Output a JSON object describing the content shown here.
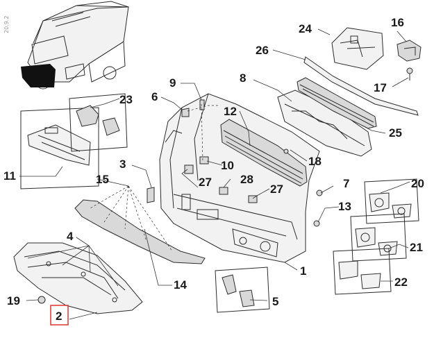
{
  "watermark": "20.9.2",
  "highlight": {
    "color": "#e0403a",
    "selected_callout": "2"
  },
  "callouts": {
    "c1": "1",
    "c2": "2",
    "c3": "3",
    "c4": "4",
    "c5": "5",
    "c6": "6",
    "c7": "7",
    "c8": "8",
    "c9": "9",
    "c10": "10",
    "c11": "11",
    "c12": "12",
    "c13": "13",
    "c14": "14",
    "c15": "15",
    "c16": "16",
    "c17": "17",
    "c18": "18",
    "c19": "19",
    "c20": "20",
    "c21": "21",
    "c22": "22",
    "c23": "23",
    "c24": "24",
    "c25": "25",
    "c26": "26",
    "c27a": "27",
    "c27b": "27",
    "c28": "28"
  }
}
